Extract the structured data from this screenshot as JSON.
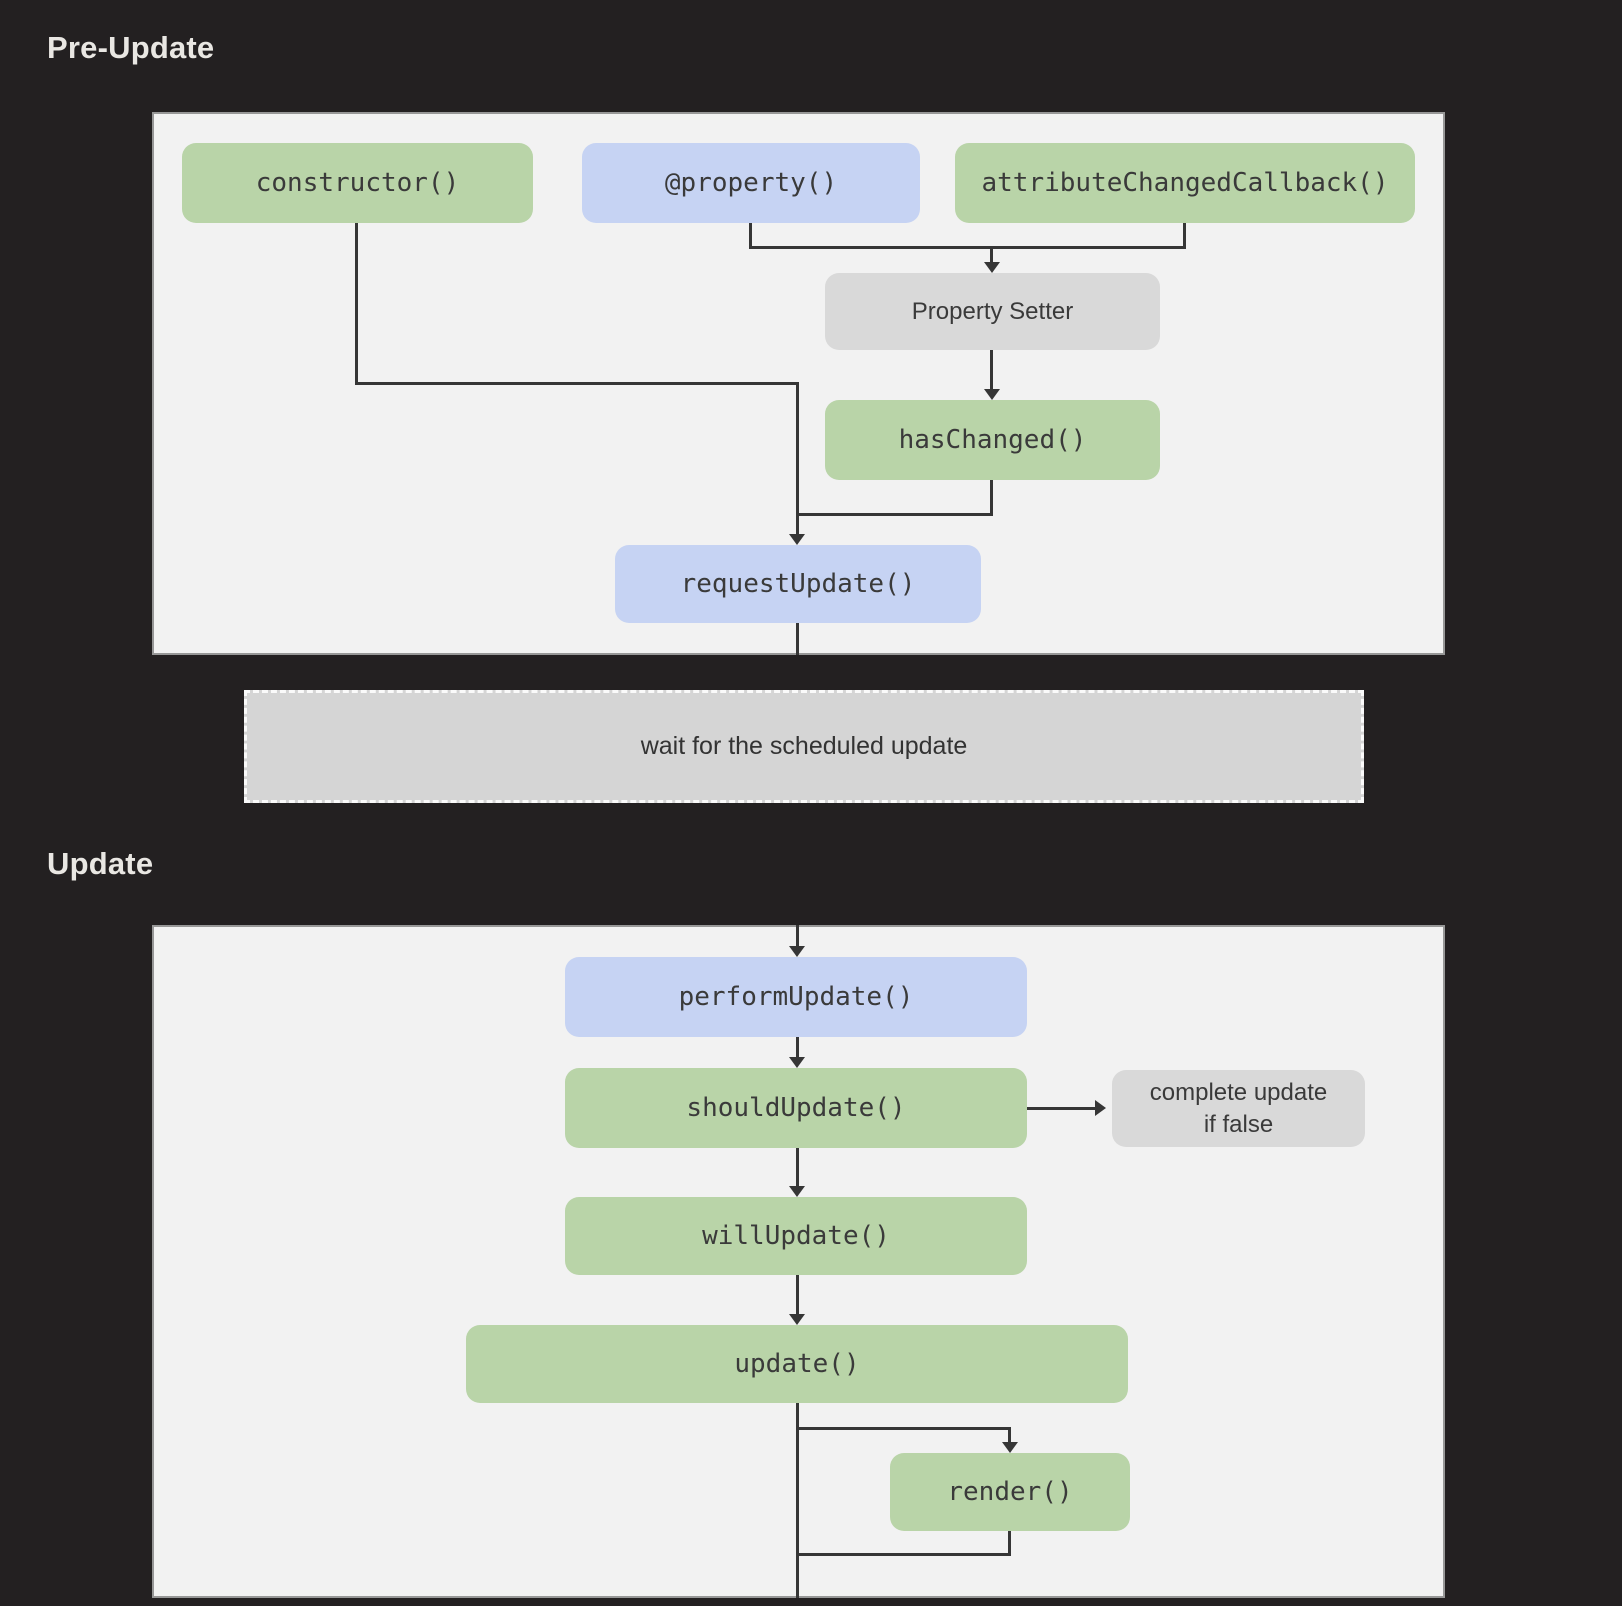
{
  "headings": {
    "pre_update": "Pre-Update",
    "update": "Update"
  },
  "pre_update": {
    "constructor_label": "constructor()",
    "property_label": "@property()",
    "attribute_changed_label": "attributeChangedCallback()",
    "property_setter_label": "Property Setter",
    "has_changed_label": "hasChanged()",
    "request_update_label": "requestUpdate()"
  },
  "transition": {
    "wait_label": "wait for the scheduled update"
  },
  "update": {
    "perform_update_label": "performUpdate()",
    "should_update_label": "shouldUpdate()",
    "complete_update_line1": "complete update",
    "complete_update_line2": "if false",
    "will_update_label": "willUpdate()",
    "update_label": "update()",
    "render_label": "render()"
  },
  "colors": {
    "background": "#232021",
    "panel_background": "#f2f2f2",
    "method_green": "#b9d4a8",
    "method_blue": "#c6d3f3",
    "neutral_gray": "#d9d9d9",
    "wait_gray": "#d5d5d5",
    "connector": "#363636",
    "heading_text": "#e9e7e3",
    "node_text": "#3a3a3a"
  }
}
